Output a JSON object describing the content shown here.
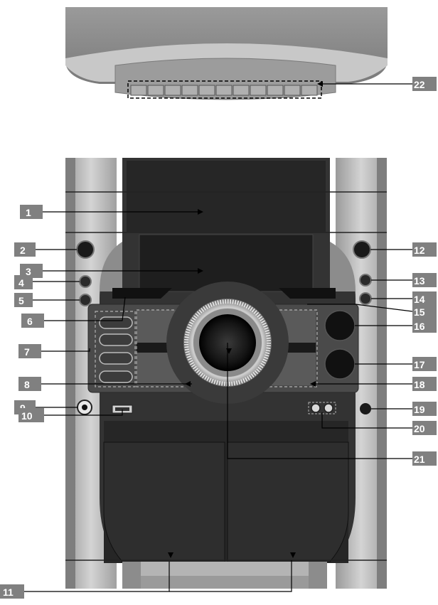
{
  "callouts": {
    "c1": "1",
    "c2": "2",
    "c3": "3",
    "c4": "4",
    "c5": "5",
    "c6": "6",
    "c7": "7",
    "c8": "8",
    "c9": "9",
    "c10": "10",
    "c11": "11",
    "c12": "12",
    "c13": "13",
    "c14": "14",
    "c15": "15",
    "c16": "16",
    "c17": "17",
    "c18": "18",
    "c19": "19",
    "c20": "20",
    "c21": "21",
    "c22": "22"
  },
  "colors": {
    "label_bg": "#808080",
    "label_text": "#ffffff",
    "body_dark": "#2a2a2a",
    "panel_silver": "#b8b8b8",
    "leader_line": "#000000"
  }
}
